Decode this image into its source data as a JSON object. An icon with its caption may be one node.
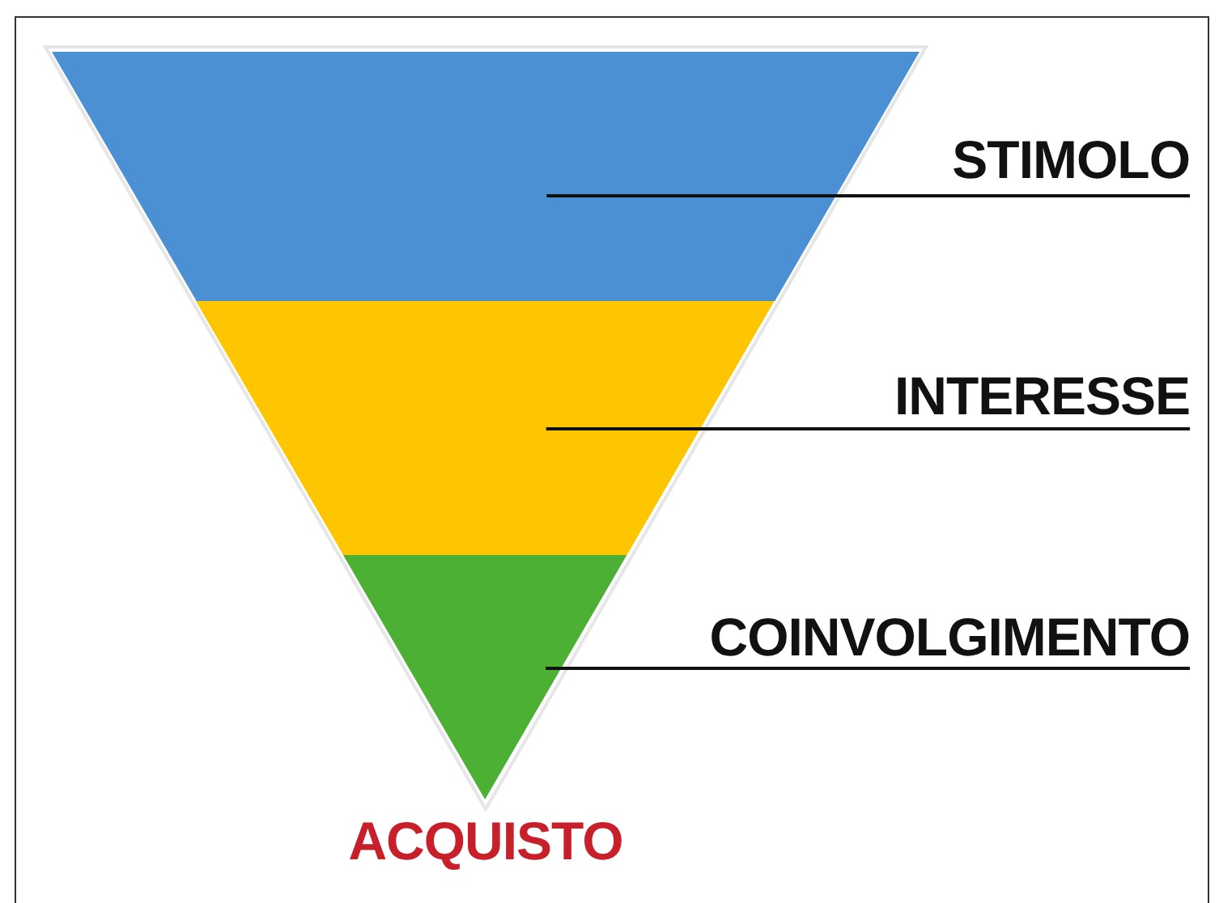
{
  "diagram": {
    "nodes": [
      {
        "text": [],
        "shape": "band"
      },
      {
        "text": [
          "STIMOLO"
        ]
      },
      {
        "text": [],
        "shape": "band"
      },
      {
        "text": [
          "INTERESSE"
        ]
      },
      {
        "text": [],
        "shape": "triangle",
        "beside": [
          "ACQUISTO"
        ]
      },
      {
        "text": [
          "COINVOLGIMENTO"
        ]
      }
    ],
    "edges": [
      {
        "from": 1,
        "to": 0,
        "arrow": "none"
      },
      {
        "from": 3,
        "to": 2,
        "arrow": "none"
      },
      {
        "from": 5,
        "to": 4,
        "arrow": "none"
      }
    ]
  }
}
